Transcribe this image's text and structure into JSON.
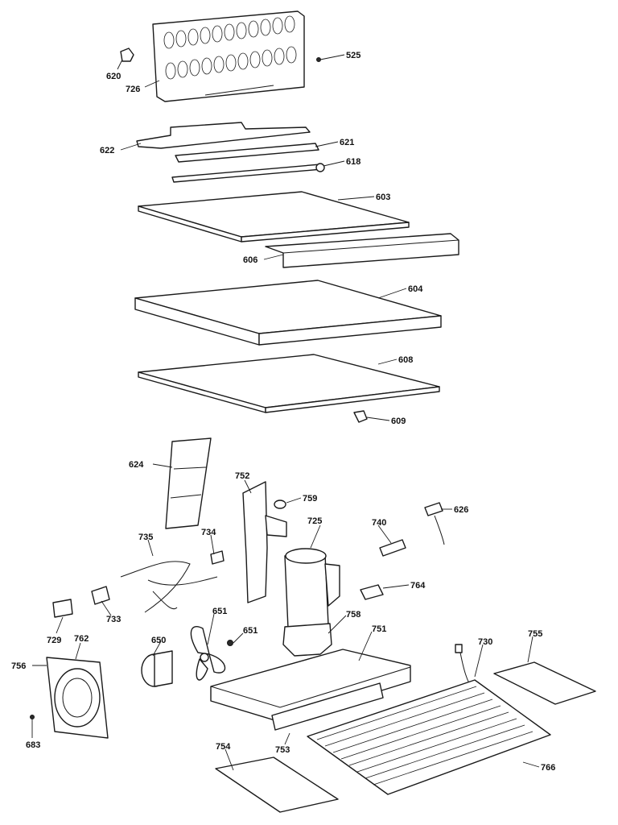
{
  "callouts": [
    {
      "label": "525"
    },
    {
      "label": "620"
    },
    {
      "label": "726"
    },
    {
      "label": "622"
    },
    {
      "label": "621"
    },
    {
      "label": "618"
    },
    {
      "label": "603"
    },
    {
      "label": "606"
    },
    {
      "label": "604"
    },
    {
      "label": "608"
    },
    {
      "label": "609"
    },
    {
      "label": "624"
    },
    {
      "label": "752"
    },
    {
      "label": "759"
    },
    {
      "label": "725"
    },
    {
      "label": "740"
    },
    {
      "label": "626"
    },
    {
      "label": "735"
    },
    {
      "label": "734"
    },
    {
      "label": "764"
    },
    {
      "label": "733"
    },
    {
      "label": "758"
    },
    {
      "label": "751"
    },
    {
      "label": "729"
    },
    {
      "label": "651"
    },
    {
      "label": "651"
    },
    {
      "label": "650"
    },
    {
      "label": "762"
    },
    {
      "label": "730"
    },
    {
      "label": "755"
    },
    {
      "label": "756"
    },
    {
      "label": "683"
    },
    {
      "label": "754"
    },
    {
      "label": "753"
    },
    {
      "label": "766"
    }
  ]
}
